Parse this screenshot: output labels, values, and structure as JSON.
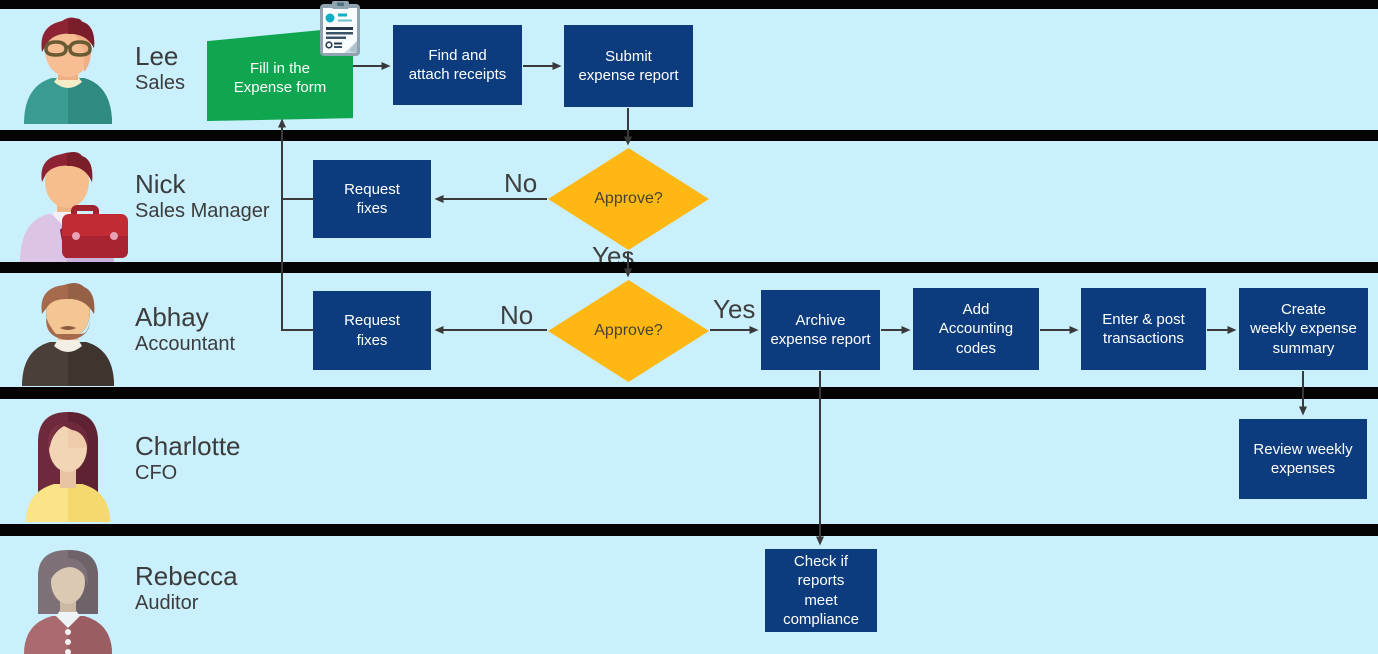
{
  "diagram_title": "Expense report approval swimlane flowchart",
  "colors": {
    "background": "#C9F0FC",
    "lane_divider": "#040404",
    "process_box": "#0C3C7E",
    "start_box_green": "#0FA64F",
    "decision_diamond": "#FFB713",
    "connector": "#3A3A3A",
    "box_text": "#FFFFFF",
    "label_text": "#3F3F3F"
  },
  "lanes": [
    {
      "name": "Lee",
      "role": "Sales"
    },
    {
      "name": "Nick",
      "role": "Sales Manager"
    },
    {
      "name": "Abhay",
      "role": "Accountant"
    },
    {
      "name": "Charlotte",
      "role": "CFO"
    },
    {
      "name": "Rebecca",
      "role": "Auditor"
    }
  ],
  "nodes": {
    "fill_expense_form": {
      "label": "Fill in the\nExpense form",
      "type": "start"
    },
    "find_receipts": {
      "label": "Find and\nattach receipts",
      "type": "process"
    },
    "submit_report": {
      "label": "Submit\nexpense report",
      "type": "process"
    },
    "request_fixes_manager": {
      "label": "Request\nfixes",
      "type": "process"
    },
    "approve_manager": {
      "label": "Approve?",
      "type": "decision"
    },
    "request_fixes_accountant": {
      "label": "Request\nfixes",
      "type": "process"
    },
    "approve_accountant": {
      "label": "Approve?",
      "type": "decision"
    },
    "archive_report": {
      "label": "Archive\nexpense report",
      "type": "process"
    },
    "add_codes": {
      "label": "Add\nAccounting\ncodes",
      "type": "process"
    },
    "enter_post": {
      "label": "Enter & post\ntransactions",
      "type": "process"
    },
    "create_summary": {
      "label": "Create\nweekly expense\nsummary",
      "type": "process"
    },
    "review_expenses": {
      "label": "Review weekly\nexpenses",
      "type": "process"
    },
    "check_compliance": {
      "label": "Check if\nreports\nmeet\ncompliance",
      "type": "process"
    }
  },
  "edge_labels": {
    "manager_no": "No",
    "manager_yes": "Yes",
    "accountant_no": "No",
    "accountant_yes": "Yes"
  },
  "icons": {
    "expense_form_icon": "clipboard-receipt"
  }
}
